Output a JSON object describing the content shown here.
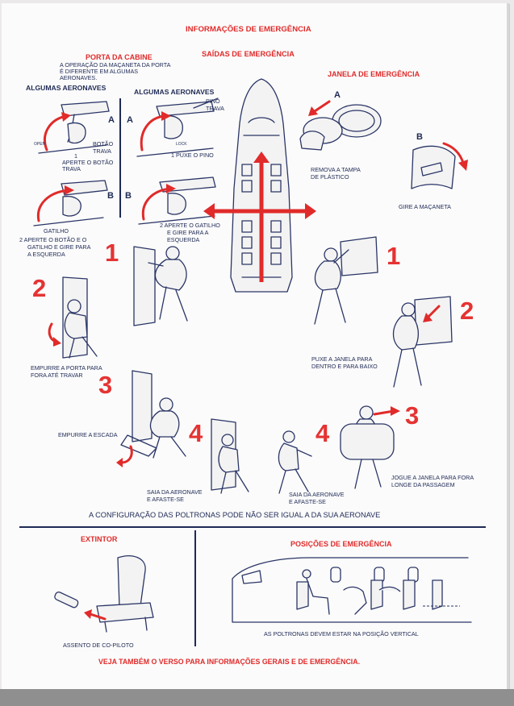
{
  "header": {
    "title": "INFORMAÇÕES DE EMERGÊNCIA",
    "subtitle": "SAÍDAS DE EMERGÊNCIA"
  },
  "cabin_door": {
    "title": "PORTA DA CABINE",
    "note": [
      "A OPERAÇÃO DA MAÇANETA DA PORTA",
      "É DIFERENTE EM ALGUMAS",
      "AERONAVES."
    ],
    "col_left": {
      "heading": "ALGUMAS AERONAVES",
      "label_a": "A",
      "label_b": "B",
      "callout_button": [
        "BOTÃO",
        "TRAVA"
      ],
      "step1": [
        "1",
        "APERTE O BOTÃO",
        "TRAVA"
      ],
      "callout_trigger": "GATILHO",
      "step2": [
        "2  APERTE O BOTÃO E O",
        "GATILHO E GIRE PARA",
        "A ESQUERDA"
      ]
    },
    "col_right": {
      "heading": "ALGUMAS AERONAVES",
      "label_a": "A",
      "label_b": "B",
      "callout_pin": [
        "PINO",
        "TRAVA"
      ],
      "step1": "1  PUXE O PINO",
      "step2": [
        "2  APERTE O GATILHO",
        "E GIRE PARA A",
        "ESQUERDA"
      ]
    },
    "handle_marks": {
      "open": "OPEN",
      "lock": "LOCK"
    }
  },
  "window_exit": {
    "title": "JANELA DE EMERGÊNCIA",
    "label_a": "A",
    "label_b": "B",
    "step_a": [
      "REMOVA A TAMPA",
      "DE PLÁSTICO"
    ],
    "step_b": "GIRE A MAÇANETA"
  },
  "door_sequence": {
    "n1": "1",
    "n2": "2",
    "n3": "3",
    "n4": "4",
    "push_door": [
      "EMPURRE A PORTA PARA",
      "FORA ATÉ TRAVAR"
    ],
    "push_stairs": "EMPURRE A ESCADA",
    "leave": [
      "SAIA DA AERONAVE",
      "E AFASTE-SE"
    ]
  },
  "window_sequence": {
    "n1": "1",
    "n2": "2",
    "n3": "3",
    "n4": "4",
    "pull_window": [
      "PUXE A JANELA PARA",
      "DENTRO E PARA BAIXO"
    ],
    "throw_window": [
      "JOGUE A JANELA PARA FORA",
      "LONGE DA PASSAGEM"
    ],
    "leave": [
      "SAIA DA AERONAVE",
      "E AFASTE-SE"
    ]
  },
  "seat_note": "A CONFIGURAÇÃO DAS POLTRONAS PODE NÃO SER IGUAL A DA SUA AERONAVE",
  "extinguisher": {
    "title": "EXTINTOR",
    "caption": "ASSENTO DE CO-PILOTO"
  },
  "positions": {
    "title": "POSIÇÕES DE EMERGÊNCIA",
    "caption": "AS POLTRONAS DEVEM ESTAR NA POSIÇÃO VERTICAL"
  },
  "footer": "VEJA TAMBÉM O VERSO PARA INFORMAÇÕES GERAIS E DE EMERGÊNCIA.",
  "colors": {
    "accent": "#e02b2a",
    "ink": "#1f2a55",
    "paper": "#fbfbfb"
  }
}
